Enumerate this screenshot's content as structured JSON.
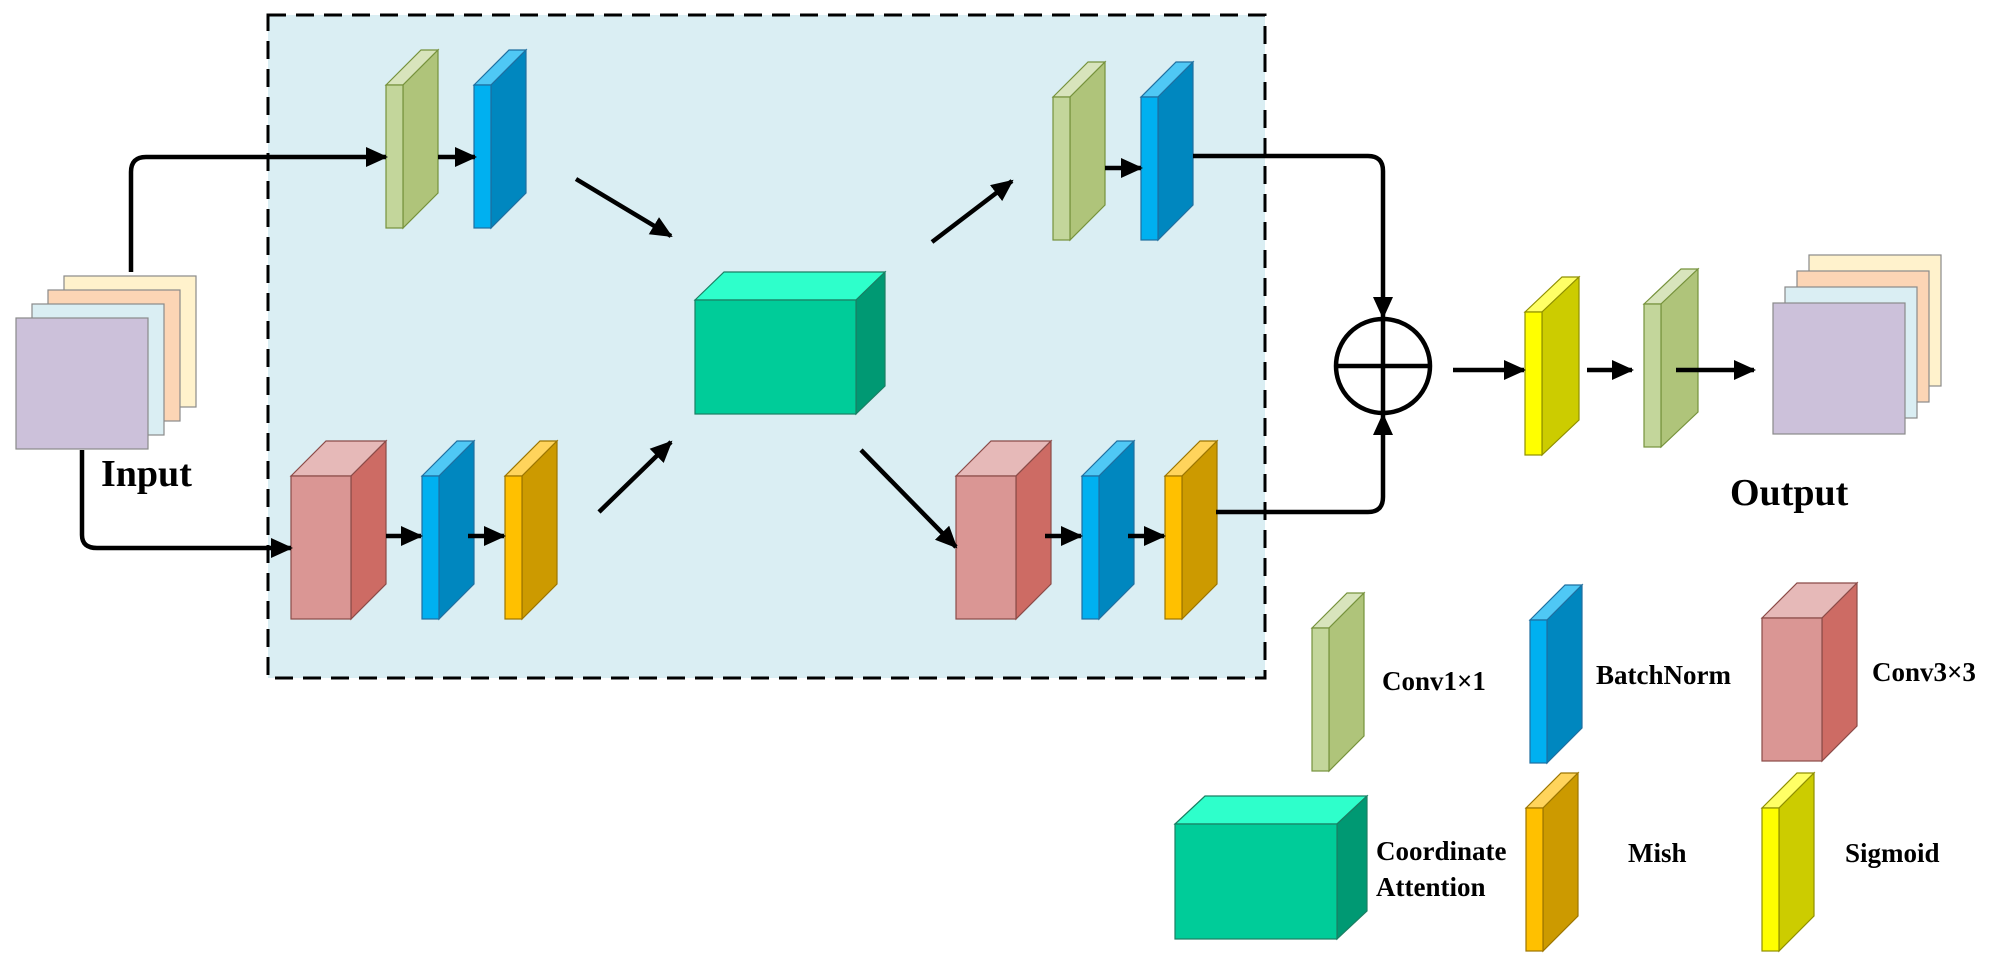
{
  "title": "Residual block with Coordinate Attention",
  "labels": {
    "input": "Input",
    "output": "Output"
  },
  "colors": {
    "region_fill": "#DAEEF3",
    "region_border": "#000000",
    "arrow": "#000000",
    "feature_maps": [
      "#FFF2CC",
      "#FCD5B5",
      "#DAEEF3",
      "#CCC1DA"
    ]
  },
  "block_types": {
    "conv1x1": {
      "label": "Conv1×1",
      "front": "#C3D69B",
      "side": "#AFC47A",
      "top": "#D8E4BC",
      "edge": "#76923C"
    },
    "batchnorm": {
      "label": "BatchNorm",
      "front": "#00B0F0",
      "side": "#0087BF",
      "top": "#4FC8F5",
      "edge": "#1F6FA0"
    },
    "conv3x3": {
      "label": "Conv3×3",
      "front": "#DA9694",
      "side": "#CD6B64",
      "top": "#E6B9B8",
      "edge": "#8B4B48"
    },
    "coord_att": {
      "label": "Coordinate Attention",
      "label_lines": [
        "Coordinate",
        "Attention"
      ],
      "front": "#00CC99",
      "side": "#009973",
      "top": "#2EFFCB",
      "edge": "#1A7F63"
    },
    "mish": {
      "label": "Mish",
      "front": "#FFC000",
      "side": "#CC9A00",
      "top": "#FFD45C",
      "edge": "#9C7500"
    },
    "sigmoid": {
      "label": "Sigmoid",
      "front": "#FFFF00",
      "side": "#CCCC00",
      "top": "#FFFF66",
      "edge": "#8F8F00"
    }
  },
  "pipeline": {
    "top_branch": [
      "conv1x1",
      "batchnorm"
    ],
    "bottom_branch": [
      "conv3x3",
      "batchnorm",
      "mish"
    ],
    "center": "coord_att",
    "top_out_branch": [
      "conv1x1",
      "batchnorm"
    ],
    "bottom_out_branch": [
      "conv3x3",
      "batchnorm",
      "mish"
    ],
    "merge": "element-wise addition",
    "tail": [
      "sigmoid",
      "conv1x1"
    ]
  },
  "legend": {
    "items": [
      "conv1x1",
      "batchnorm",
      "conv3x3",
      "coord_att",
      "mish",
      "sigmoid"
    ]
  }
}
